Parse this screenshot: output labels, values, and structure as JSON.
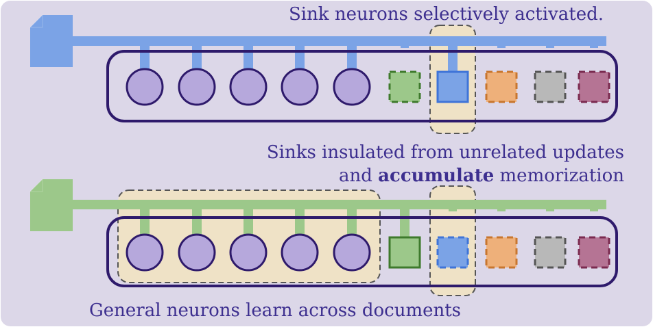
{
  "captions": {
    "top": "Sink neurons selectively activated.",
    "middle_line1": "Sinks insulated from unrelated updates",
    "middle_line2_prefix": "and",
    "middle_line2_bold": "accumulate",
    "middle_line2_suffix": "memorization",
    "bottom": "General neurons learn across documents"
  },
  "colors": {
    "background": "#dcd7e8",
    "outline": "#2e1a6b",
    "neuron_fill": "#b6a8dc",
    "doc_blue": "#7ba3e6",
    "doc_green": "#9cc88a",
    "highlight_fill": "#efe2c6",
    "highlight_stroke": "#555555",
    "sinks": [
      {
        "fill": "#9cc88a",
        "stroke": "#3e7a2c"
      },
      {
        "fill": "#7ba3e6",
        "stroke": "#3f74d8"
      },
      {
        "fill": "#eeb07a",
        "stroke": "#c8762e"
      },
      {
        "fill": "#b8b8b8",
        "stroke": "#555555"
      },
      {
        "fill": "#b57494",
        "stroke": "#7a2a4f"
      }
    ]
  },
  "panels": [
    {
      "id": "top",
      "document_icon": "document-icon-blue",
      "general_neuron_count": 5,
      "active_sink_index": 1,
      "highlight_general_neurons": false
    },
    {
      "id": "bottom",
      "document_icon": "document-icon-green",
      "general_neuron_count": 5,
      "active_sink_index": 0,
      "highlight_general_neurons": true
    }
  ]
}
